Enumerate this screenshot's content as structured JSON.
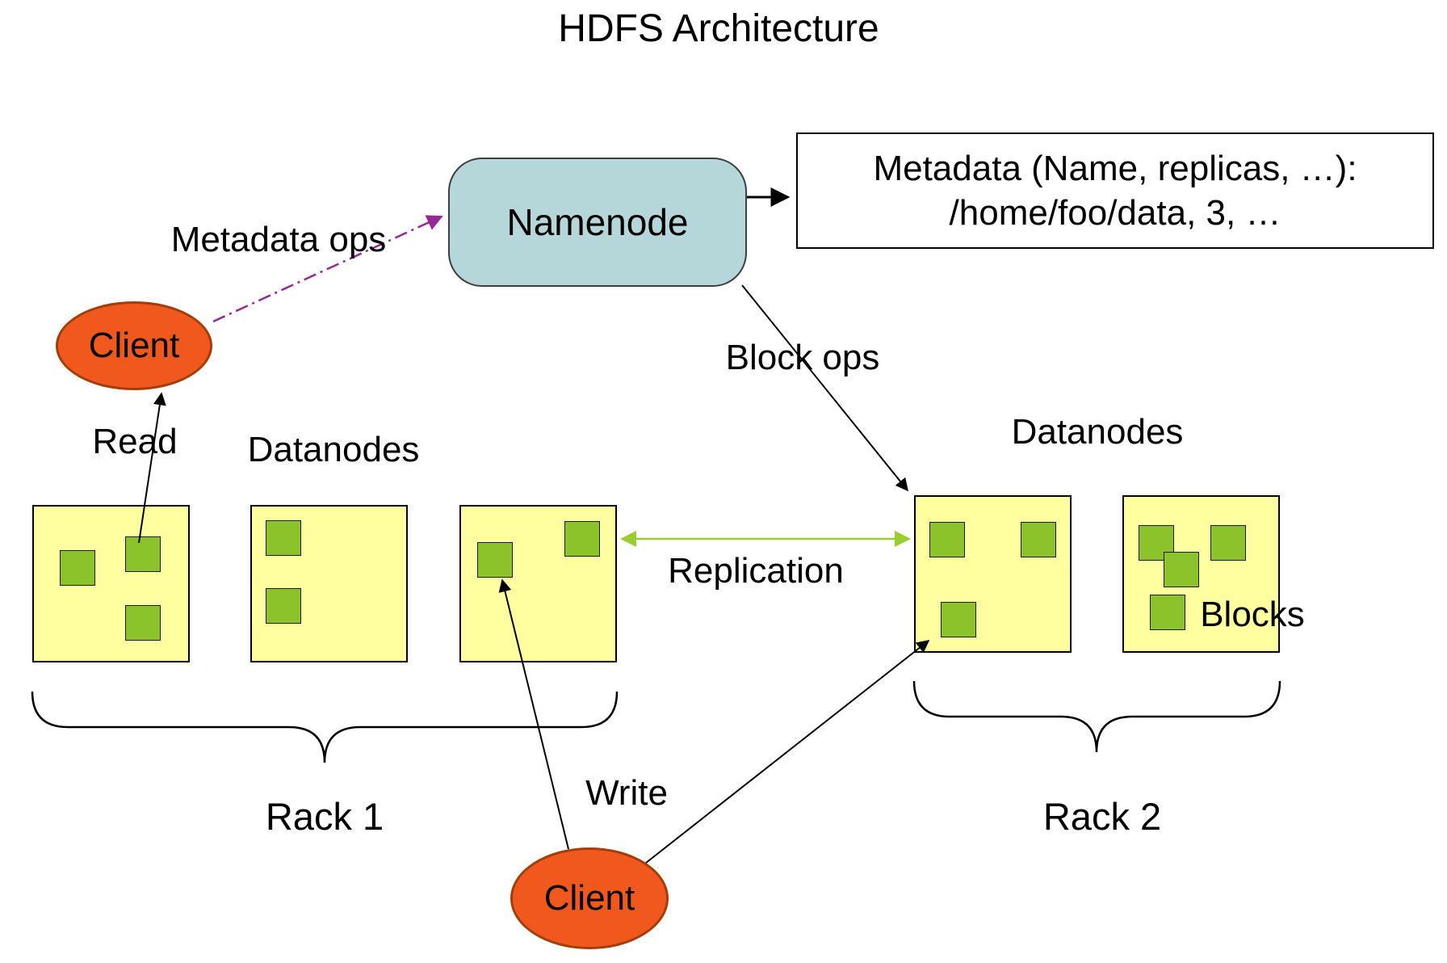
{
  "title": "HDFS Architecture",
  "namenode": {
    "label": "Namenode"
  },
  "metadata_box": {
    "line1": "Metadata (Name, replicas, …):",
    "line2": "/home/foo/data, 3, …"
  },
  "clients": {
    "top": "Client",
    "bottom": "Client"
  },
  "labels": {
    "metadata_ops": "Metadata ops",
    "block_ops": "Block ops",
    "read": "Read",
    "write": "Write",
    "replication": "Replication",
    "datanodes_left": "Datanodes",
    "datanodes_right": "Datanodes",
    "blocks": "Blocks",
    "rack1": "Rack 1",
    "rack2": "Rack 2"
  },
  "racks": [
    {
      "name": "Rack 1",
      "datanodes": [
        {
          "blocks": 3
        },
        {
          "blocks": 2
        },
        {
          "blocks": 2
        }
      ]
    },
    {
      "name": "Rack 2",
      "datanodes": [
        {
          "blocks": 3
        },
        {
          "blocks": 4
        }
      ]
    }
  ],
  "edges": [
    {
      "from": "client-top",
      "to": "namenode",
      "label": "Metadata ops",
      "style": "dash-dot-purple"
    },
    {
      "from": "namenode",
      "to": "metadata-box",
      "label": "",
      "style": "solid-black"
    },
    {
      "from": "namenode",
      "to": "rack2-datanode-1",
      "label": "Block ops",
      "style": "solid-black"
    },
    {
      "from": "rack1-datanode-1",
      "to": "client-top",
      "label": "Read",
      "style": "solid-black"
    },
    {
      "from": "client-bottom",
      "to": "rack1-datanode-3",
      "label": "Write",
      "style": "solid-black"
    },
    {
      "from": "client-bottom",
      "to": "rack2-datanode-1",
      "label": "Write",
      "style": "solid-black"
    },
    {
      "from": "rack1-datanode-3",
      "to": "rack2-datanode-1",
      "label": "Replication",
      "style": "double-arrow-green"
    }
  ],
  "colors": {
    "datanode_fill": "#ffffa0",
    "block_fill": "#8cc32a",
    "namenode_fill": "#b5d7d9",
    "client_fill": "#f0581d",
    "replication_arrow": "#9acd32",
    "metadata_ops_arrow": "#952a95",
    "arrow_black": "#000000"
  }
}
